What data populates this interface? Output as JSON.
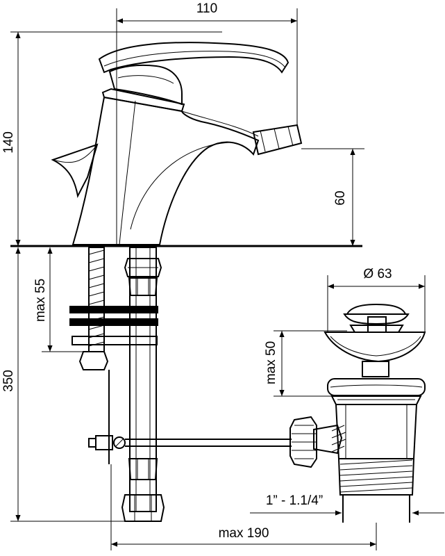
{
  "dimensions": {
    "width_top": "110",
    "height_total": "140",
    "spout_height": "60",
    "under_depth": "350",
    "deck_max": "max 55",
    "waste_diameter": "Ø 63",
    "waste_height": "max 50",
    "thread": "1” - 1.1/4”",
    "max_reach": "max 190"
  }
}
